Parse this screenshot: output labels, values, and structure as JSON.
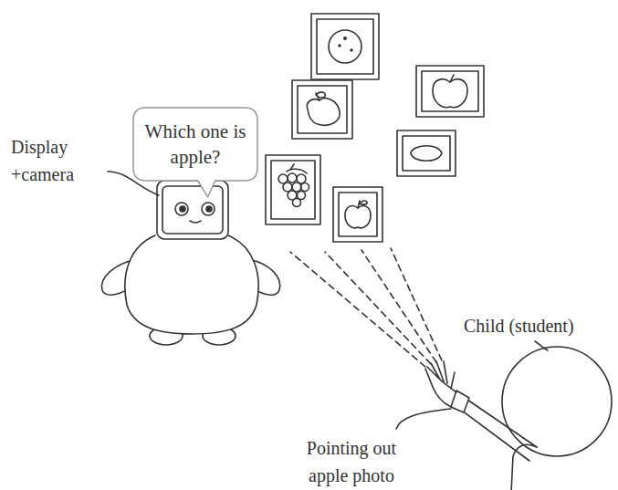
{
  "diagram": {
    "nodes": [
      {
        "text": [
          "Which one is apple?"
        ]
      }
    ],
    "labels": [
      "Display +camera",
      "Child (student)",
      "Pointing out apple photo"
    ]
  }
}
